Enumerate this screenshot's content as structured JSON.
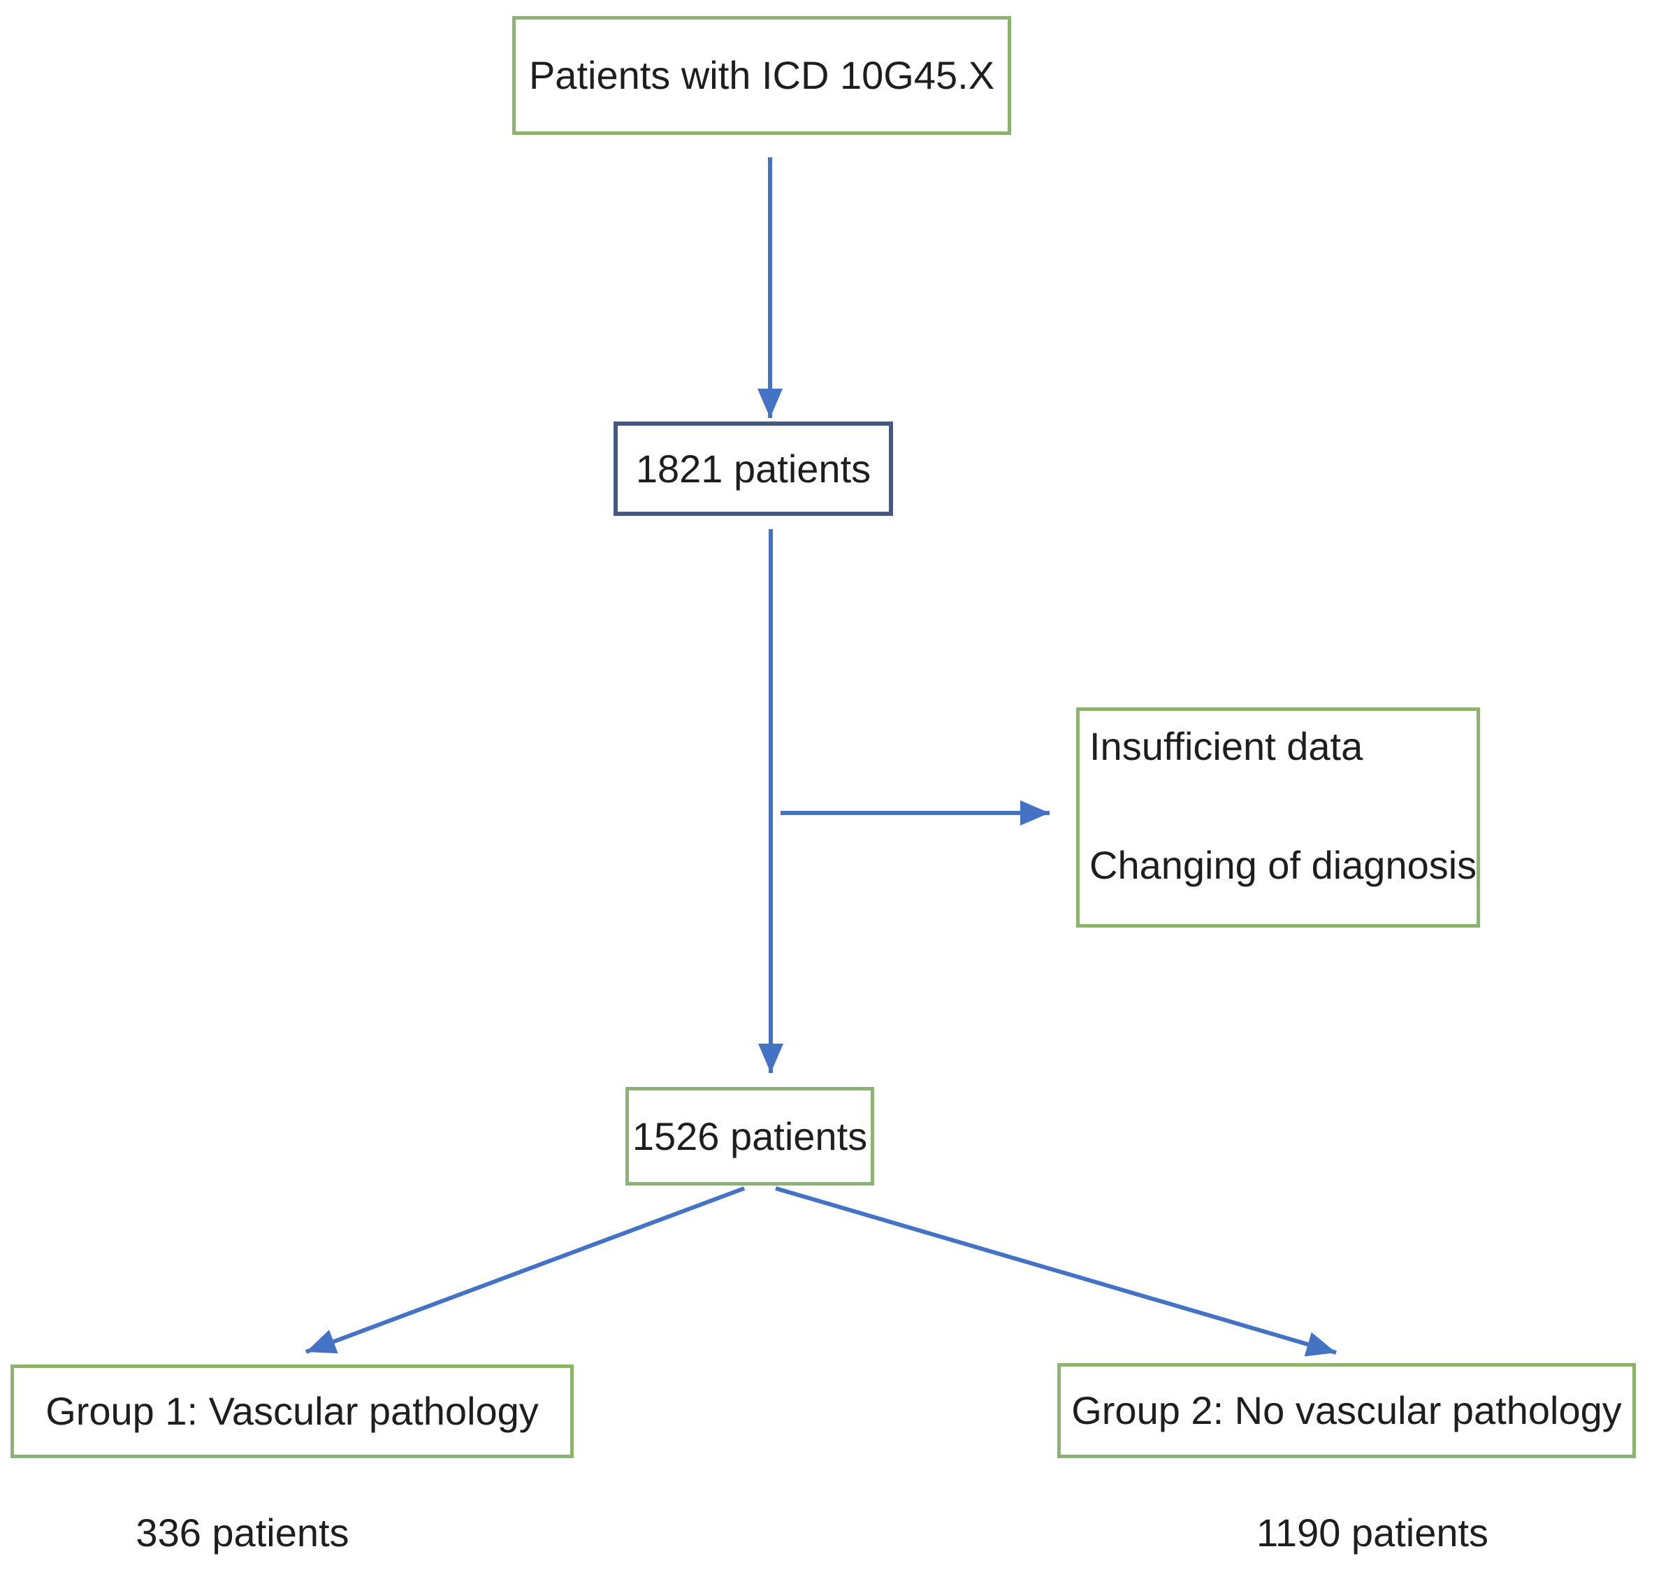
{
  "flowchart": {
    "source_box": {
      "label": "Patients with ICD 10G45.X"
    },
    "cohort_box": {
      "label": "1821 patients"
    },
    "exclusion_box": {
      "line1": "Insufficient data",
      "line2": "Changing of diagnosis"
    },
    "included_box": {
      "label": "1526 patients"
    },
    "group1_box": {
      "label": "Group 1: Vascular pathology"
    },
    "group1_count": "336 patients",
    "group2_box": {
      "label": "Group 2: No vascular pathology"
    },
    "group2_count": "1190 patients",
    "colors": {
      "green_border": "#8CB46F",
      "blue_border": "#44597F",
      "arrow_blue": "#4472C4",
      "text": "#1e1e1e",
      "background": "#ffffff"
    }
  }
}
